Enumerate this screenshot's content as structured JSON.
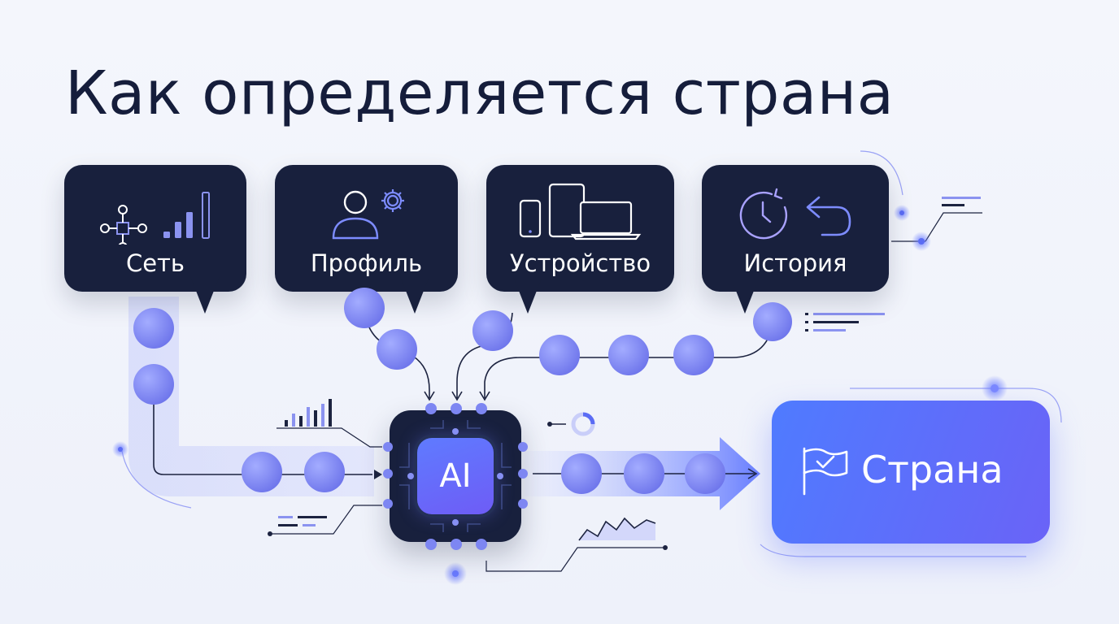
{
  "title": "Как определяется страна",
  "sources": [
    {
      "label": "Сеть",
      "icon": "network-signal-icon"
    },
    {
      "label": "Профиль",
      "icon": "user-settings-icon"
    },
    {
      "label": "Устройство",
      "icon": "devices-icon"
    },
    {
      "label": "История",
      "icon": "history-undo-icon"
    }
  ],
  "processor": {
    "label": "AI",
    "icon": "ai-chip-icon"
  },
  "result": {
    "label": "Страна",
    "icon": "flag-check-icon"
  },
  "colors": {
    "dark": "#18203d",
    "accent": "#6a78f7",
    "node": "#7d86f2",
    "result_gradient_start": "#4f7bff",
    "result_gradient_end": "#6a63f7"
  }
}
